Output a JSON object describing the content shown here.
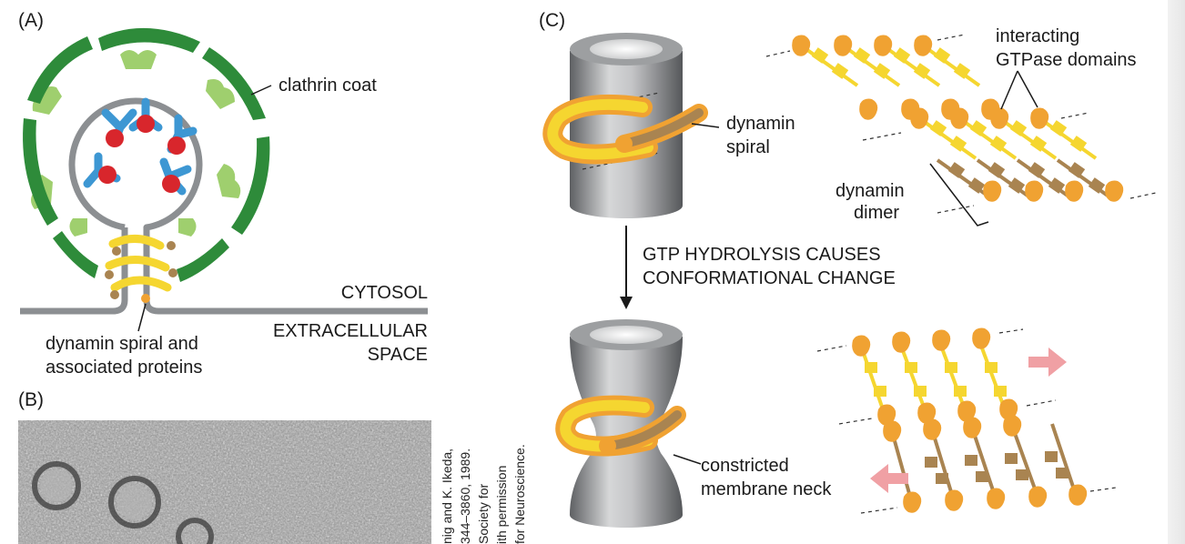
{
  "panels": {
    "a": "(A)",
    "b": "(B)",
    "c": "(C)"
  },
  "panel_a": {
    "clathrin_coat": "clathrin coat",
    "cytosol": "CYTOSOL",
    "extracellular_1": "EXTRACELLULAR",
    "extracellular_2": "SPACE",
    "dynamin_line1": "dynamin spiral and",
    "dynamin_line2": "associated proteins"
  },
  "panel_b": {
    "credit_lines": [
      "nig and K. Ikeda,",
      "344–3860, 1989.",
      "Society for",
      "ith permission",
      "for Neuroscience."
    ]
  },
  "panel_c": {
    "dynamin_spiral_1": "dynamin",
    "dynamin_spiral_2": "spiral",
    "interacting_1": "interacting",
    "interacting_2": "GTPase domains",
    "dimer_1": "dynamin",
    "dimer_2": "dimer",
    "hydrolysis_1": "GTP HYDROLYSIS CAUSES",
    "hydrolysis_2": "CONFORMATIONAL CHANGE",
    "neck_1": "constricted",
    "neck_2": "membrane neck"
  },
  "colors": {
    "clathrin_dark": "#2e8b3a",
    "clathrin_light": "#9fcf6e",
    "adaptor_blue": "#3d97d3",
    "cargo_red": "#d8262c",
    "membrane_gray": "#8c8f92",
    "dynamin_yellow": "#f5d630",
    "dynamin_orange": "#f0a232",
    "dynamin_brown": "#a98451",
    "arrow_pink": "#f0a0a4"
  }
}
